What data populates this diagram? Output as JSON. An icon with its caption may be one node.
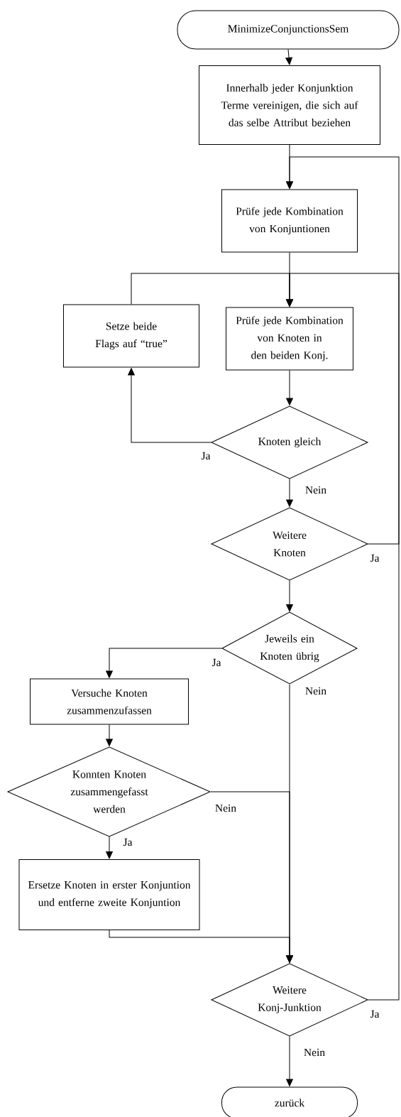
{
  "diagram": {
    "nodes": [
      {
        "text": [
          "MinimizeConjunctionsSem"
        ]
      },
      {
        "text": [
          "Innerhalb jeder Konjunktion Terme vereinigen, die sich auf das selbe Attribut beziehen"
        ]
      },
      {
        "text": [
          "Prüfe jede Kombination von Konjuntionen"
        ]
      },
      {
        "text": [
          "Setze beide Flags auf “true”"
        ]
      },
      {
        "text": [
          "Prüfe jede Kombination von Knoten in den beiden Konj."
        ]
      },
      {
        "text": [
          "Knoten gleich"
        ]
      },
      {
        "text": [
          "Weitere Knoten"
        ]
      },
      {
        "text": [
          "Jeweils ein Knoten übrig"
        ]
      },
      {
        "text": [
          "Versuche Knoten zusammenzufassen"
        ]
      },
      {
        "text": [
          "Konnten Knoten zusammengefasst werden"
        ]
      },
      {
        "text": [
          "Ersetze Knoten in erster Konjuntion und entferne zweite Konjuntion"
        ]
      },
      {
        "text": [
          "Weitere Konj-Junktion"
        ]
      },
      {
        "text": [
          "zurück"
        ]
      }
    ],
    "edges": [
      {
        "from": 0,
        "to": 1,
        "arrow": "to"
      },
      {
        "from": 1,
        "to": 2,
        "arrow": "to"
      },
      {
        "from": 2,
        "to": 4,
        "arrow": "to"
      },
      {
        "from": 3,
        "to": 4,
        "arrow": "to"
      },
      {
        "from": 4,
        "to": 5,
        "arrow": "to"
      },
      {
        "from": 5,
        "to": 3,
        "arrow": "to",
        "label": "Ja"
      },
      {
        "from": 5,
        "to": 6,
        "arrow": "to",
        "label": "Nein"
      },
      {
        "from": 6,
        "to": 4,
        "arrow": "to",
        "label": "Ja"
      },
      {
        "from": 6,
        "to": 7,
        "arrow": "to"
      },
      {
        "from": 7,
        "to": 8,
        "arrow": "to",
        "label": "Ja"
      },
      {
        "from": 7,
        "to": 11,
        "arrow": "to",
        "label": "Nein"
      },
      {
        "from": 8,
        "to": 9,
        "arrow": "to"
      },
      {
        "from": 9,
        "to": 10,
        "arrow": "to",
        "label": "Ja"
      },
      {
        "from": 9,
        "to": 11,
        "arrow": "to",
        "label": "Nein"
      },
      {
        "from": 10,
        "to": 11,
        "arrow": "to"
      },
      {
        "from": 11,
        "to": 2,
        "arrow": "to",
        "label": "Ja"
      },
      {
        "from": 11,
        "to": 12,
        "arrow": "to",
        "label": "Nein"
      }
    ]
  }
}
